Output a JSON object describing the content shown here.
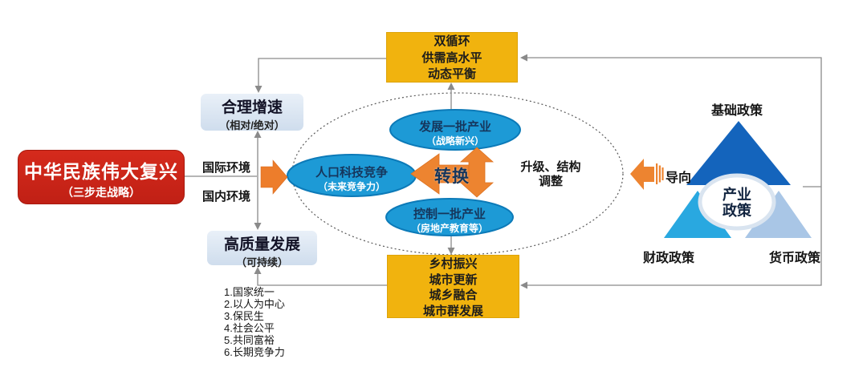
{
  "goal": {
    "title": "中华民族伟大复兴",
    "subtitle": "（三步走战略）"
  },
  "growth_box": {
    "title": "合理增速",
    "subtitle": "（相对/绝对）"
  },
  "quality_box": {
    "title": "高质量发展",
    "subtitle": "（可持续）"
  },
  "env_labels": {
    "international": "国际环境",
    "domestic": "国内环境"
  },
  "top_box": {
    "lines": [
      "双循环",
      "供需高水平",
      "动态平衡"
    ]
  },
  "bottom_box": {
    "lines": [
      "乡村振兴",
      "城市更新",
      "城乡融合",
      "城市群发展"
    ]
  },
  "ellipses": {
    "develop": {
      "title": "发展一批产业",
      "subtitle": "（战略新兴）"
    },
    "population": {
      "title": "人口科技竞争",
      "subtitle": "（未来竞争力）"
    },
    "control": {
      "title": "控制一批产业",
      "subtitle": "（房地产教育等）"
    }
  },
  "transform_label": "转换",
  "upgrade_label": {
    "line1": "升级、结构",
    "line2": "调整"
  },
  "guide_label": "导向",
  "policy": {
    "top": "基础政策",
    "left": "财政政策",
    "right": "货币政策",
    "center_line1": "产业",
    "center_line2": "政策"
  },
  "goal_list": {
    "items": [
      "1.国家统一",
      "2.以人为中心",
      "3.保民生",
      "4.社会公平",
      "5.共同富裕",
      "6.长期竞争力"
    ]
  },
  "colors": {
    "red_box": "#cd2317",
    "yellow_box": "#f1b30e",
    "blue_ellipse": "#1d9ad6",
    "orange_arrow": "#ed8430",
    "light_blue_box": "#d9e5f2",
    "triangle_top": "#1464bc",
    "triangle_left": "#29a8e0",
    "triangle_right": "#a9c6e6",
    "dark_text": "#16365c"
  }
}
